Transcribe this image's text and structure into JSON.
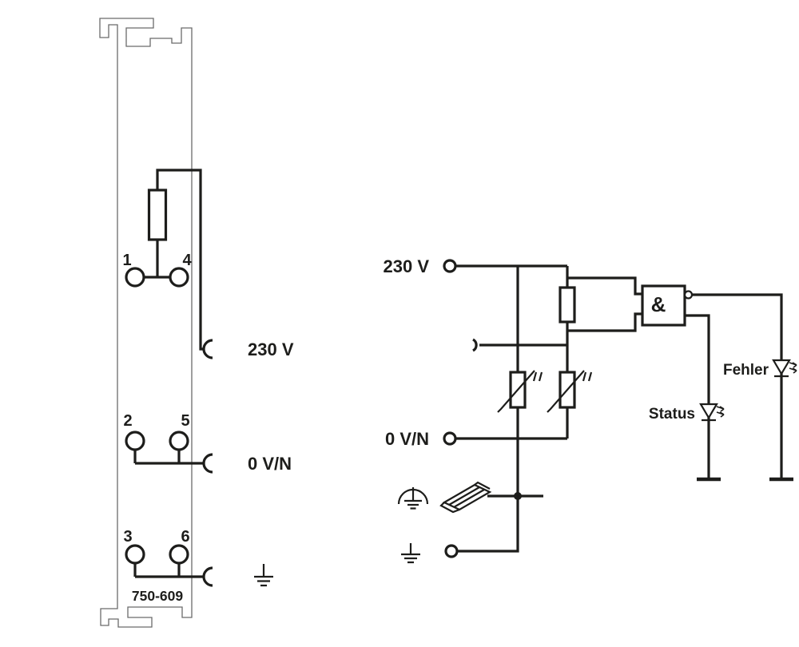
{
  "colors": {
    "wire": "#1d1d1b",
    "module_outline": "#6b6b6b",
    "background": "#ffffff",
    "text": "#1d1d1b"
  },
  "module": {
    "part_number": "750-609",
    "terminal_numbers": [
      "1",
      "4",
      "2",
      "5",
      "3",
      "6"
    ],
    "connector_230v_label": "230 V",
    "connector_0vn_label": "0 V/N"
  },
  "schematic": {
    "input_230v_label": "230 V",
    "input_0vn_label": "0 V/N",
    "and_gate_label": "&",
    "status_led_label": "Status",
    "fehler_led_label": "Fehler"
  }
}
